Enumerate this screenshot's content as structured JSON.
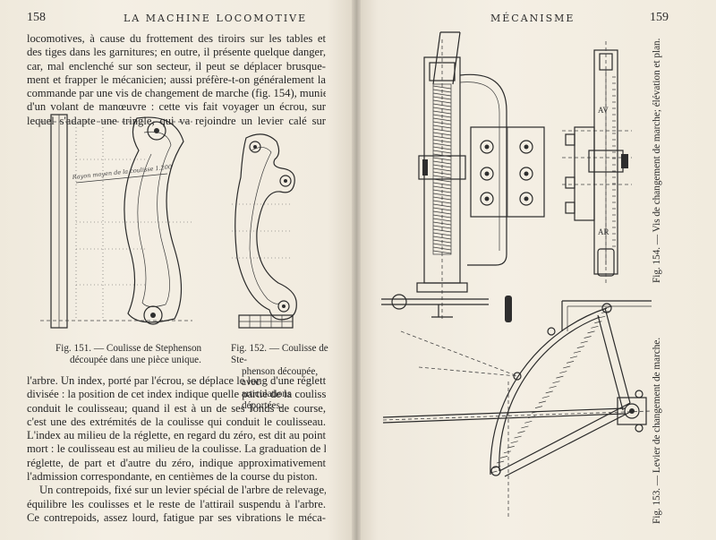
{
  "left_page": {
    "page_number": "158",
    "running_head": "LA MACHINE LOCOMOTIVE",
    "top_text": [
      "locomotives, à cause du frottement des tiroirs sur les tables et",
      "des tiges dans les garnitures; en outre, il présente quelque danger,",
      "car, mal enclenché sur son secteur, il peut se déplacer brusque-",
      "ment et frapper le mécanicien; aussi préfère-t-on généralement la",
      "commande par une vis de changement de marche (fig. 154), munie",
      "d'un volant de manœuvre : cette vis fait voyager un écrou, sur",
      "lequel s'adapte une tringle, qui va rejoindre un levier calé sur"
    ],
    "figure_151": {
      "caption_1": "Fig. 151. — Coulisse de Stephenson",
      "caption_2": "découpée dans une pièce unique.",
      "label": "Rayon moyen de la coulisse 1.200"
    },
    "figure_152": {
      "caption_1": "Fig. 152. — Coulisse de Ste-",
      "caption_2": "phenson découpée, avec",
      "caption_3": "articulations déportées."
    },
    "bottom_text": [
      "l'arbre. Un index, porté par l'écrou, se déplace le long d'une réglette",
      "divisée : la position de cet index indique quelle partie de la coulisse",
      "conduit le coulisseau; quand il est à un de ses fonds de course,",
      "c'est une des extrémités de la coulisse qui conduit le coulisseau.",
      "L'index au milieu de la réglette, en regard du zéro, est dit au point",
      "mort : le coulisseau est au milieu de la coulisse. La graduation de la",
      "réglette, de part et d'autre du zéro, indique approximativement",
      "l'admission correspondante, en centièmes de la course du piston.",
      "Un contrepoids, fixé sur un levier spécial de l'arbre de relevage,",
      "équilibre les coulisses et le reste de l'attirail suspendu à l'arbre.",
      "Ce contrepoids, assez lourd, fatigue par ses vibrations le méca-"
    ]
  },
  "right_page": {
    "page_number": "159",
    "running_head": "MÉCANISME",
    "figure_154_caption": "Fig. 154. — Vis de changement de marche; élévation et plan.",
    "figure_153_caption": "Fig. 153. — Levier de changement de marche.",
    "scale_label_top": "AV",
    "scale_label_bottom": "AR"
  }
}
